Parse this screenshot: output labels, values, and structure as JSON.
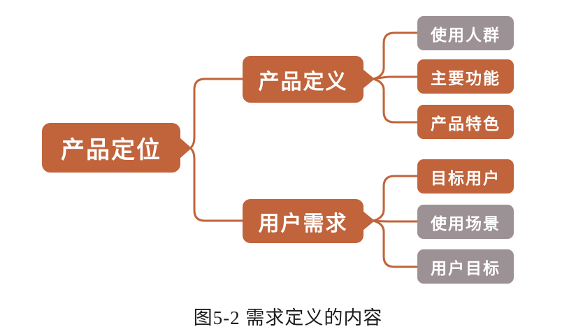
{
  "diagram": {
    "root": {
      "label": "产品定位",
      "color": "#C1633B"
    },
    "branches": [
      {
        "label": "产品定义",
        "color": "#C1633B",
        "children": [
          {
            "label": "使用人群",
            "color": "#9C9195"
          },
          {
            "label": "主要功能",
            "color": "#C1633B"
          },
          {
            "label": "产品特色",
            "color": "#C1633B"
          }
        ]
      },
      {
        "label": "用户需求",
        "color": "#C1633B",
        "children": [
          {
            "label": "目标用户",
            "color": "#C1633B"
          },
          {
            "label": "使用场景",
            "color": "#9C9195"
          },
          {
            "label": "用户目标",
            "color": "#9C9195"
          }
        ]
      }
    ],
    "caption": "图5-2 需求定义的内容",
    "colors": {
      "accent_orange": "#C1633B",
      "muted_gray": "#9C9195",
      "node_text": "#FFFFFF",
      "caption_text": "#1C1C1C",
      "connector": "#C1633B"
    }
  }
}
